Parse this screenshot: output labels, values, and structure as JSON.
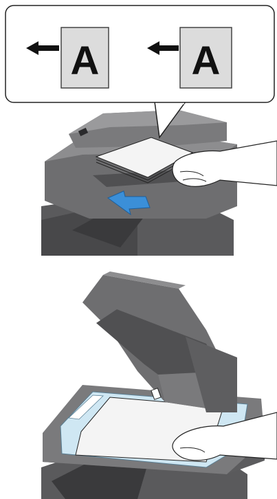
{
  "callout": {
    "sheets": [
      {
        "letter": "A",
        "arrow": "left"
      },
      {
        "letter": "A",
        "arrow": "left"
      }
    ]
  },
  "colors": {
    "body": "#6e6e70",
    "body_dark": "#505052",
    "body_light": "#8d8d8f",
    "paper": "#f4f4f4",
    "sheet_fill": "#dcdcdc",
    "glass": "#cfe7f3",
    "arrow_blue": "#3b8fd8",
    "outline": "#222222"
  },
  "figures": [
    {
      "name": "adf-loading",
      "description_icon": "document-feeder-icon"
    },
    {
      "name": "platen-glass-placement",
      "description_icon": "platen-glass-icon"
    }
  ]
}
